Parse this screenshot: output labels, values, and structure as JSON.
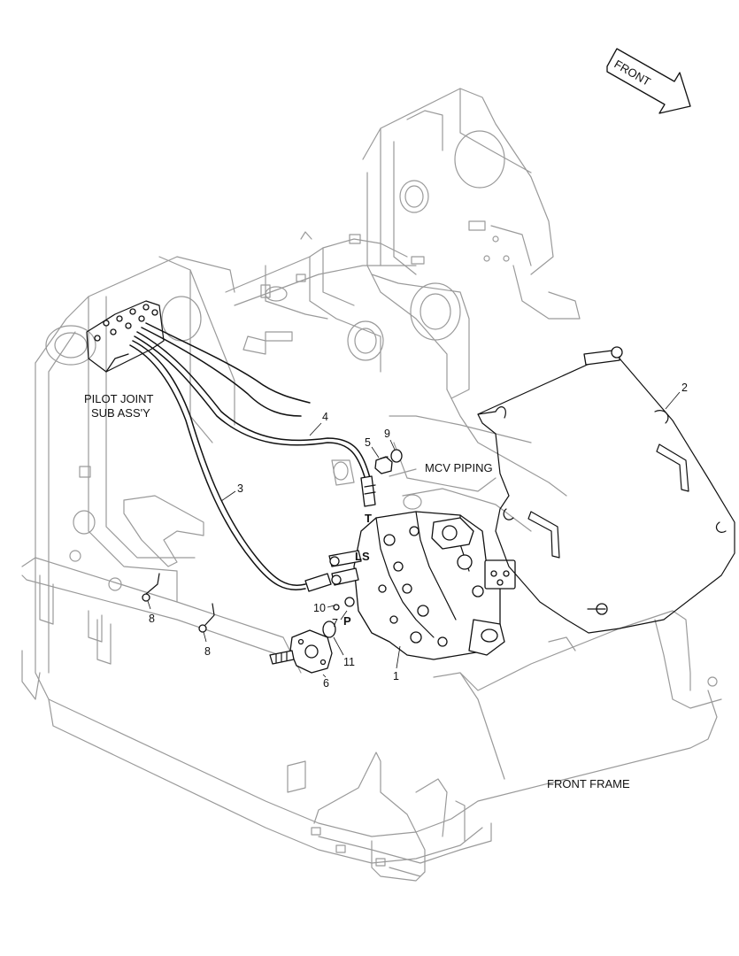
{
  "front_arrow": {
    "text": "FRONT"
  },
  "labels": {
    "pilot_joint_line1": "PILOT JOINT",
    "pilot_joint_line2": "SUB ASS'Y",
    "mcv_piping": "MCV PIPING",
    "front_frame": "FRONT FRAME"
  },
  "ports": {
    "t": "T",
    "ls": "LS",
    "p": "P"
  },
  "callouts": {
    "c1": "1",
    "c2": "2",
    "c3": "3",
    "c4": "4",
    "c5": "5",
    "c6": "6",
    "c7": "7",
    "c8a": "8",
    "c8b": "8",
    "c9": "9",
    "c10": "10",
    "c11": "11"
  },
  "colors": {
    "ghost_lines": "#9a9a9a",
    "part_lines": "#111111",
    "background": "#ffffff"
  }
}
